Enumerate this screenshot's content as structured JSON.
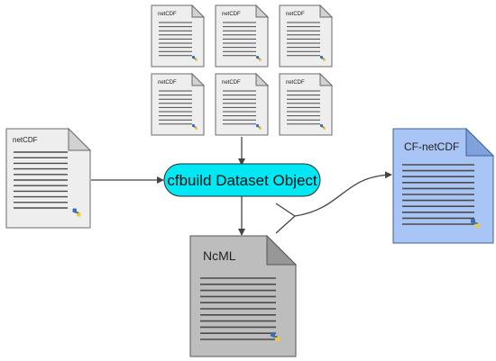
{
  "colors": {
    "doc_fill": "#eeeeee",
    "doc_fold": "#d2d2d2",
    "doc_stroke": "#6b6b6b",
    "line": "#4a4a4a",
    "ncml_fill": "#bdbdbd",
    "ncml_fold": "#979797",
    "cf_fill": "#a9c5f5",
    "cf_fold": "#7fa2dc",
    "cf_stroke": "#3f5f9a",
    "center_fill": "#00e8f4",
    "arrow": "#444444"
  },
  "small_docs": [
    {
      "label": "netCDF"
    },
    {
      "label": "netCDF"
    },
    {
      "label": "netCDF"
    },
    {
      "label": "netCDF"
    },
    {
      "label": "netCDF"
    },
    {
      "label": "netCDF"
    }
  ],
  "left_doc": {
    "label": "netCDF"
  },
  "center": {
    "label": "cfbuild Dataset Object"
  },
  "ncml_doc": {
    "label": "NcML"
  },
  "cf_doc": {
    "label": "CF-netCDF"
  },
  "icons": {
    "python": "python-logo-icon"
  }
}
